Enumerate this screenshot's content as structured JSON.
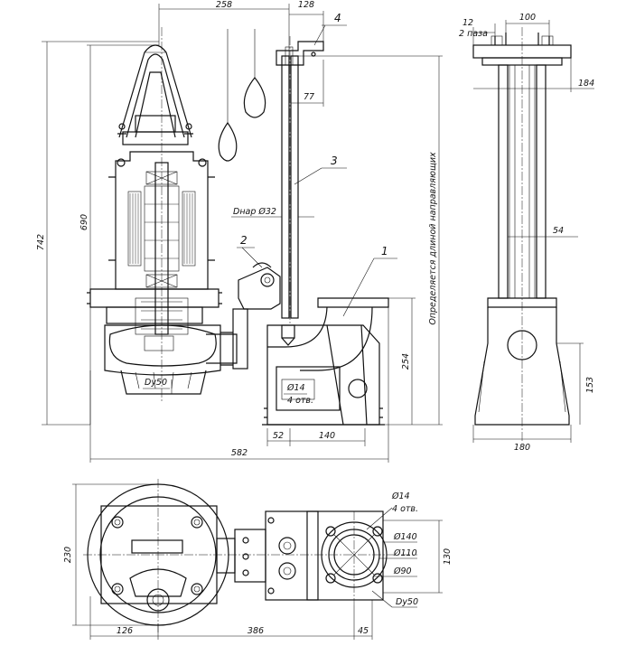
{
  "dimensions": {
    "overall_height": "742",
    "pump_height": "690",
    "rail_offset": "258",
    "bracket_offset": "128",
    "guide_offset": "77",
    "pipe_outer_diameter": "Dнар Ø32",
    "guide_length_note": "Определяется длиной направляющих",
    "base_height": "254",
    "bolt_hole": "Ø14",
    "bolt_count": "4 отв.",
    "outlet_diameter": "Dy50",
    "base_offset_left": "52",
    "base_width": "140",
    "overall_width": "582",
    "slot_width": "12",
    "slot_label": "2 паза",
    "bracket_width": "100",
    "bracket_depth": "184",
    "rail_spacing": "54",
    "flange_height": "153",
    "foot_width": "180",
    "plan_depth": "230",
    "plan_pump_radius": "126",
    "plan_center_distance": "386",
    "plan_flange_offset": "45",
    "plan_hole_circle": "Ø140",
    "plan_flange_bolt_circle": "Ø110",
    "plan_flange_bore": "Ø90",
    "plan_flange_depth": "130",
    "plan_bolt_hole": "Ø14",
    "plan_bolt_count": "4 отв.",
    "plan_outlet": "Dy50"
  },
  "callouts": [
    "1",
    "2",
    "3",
    "4"
  ]
}
